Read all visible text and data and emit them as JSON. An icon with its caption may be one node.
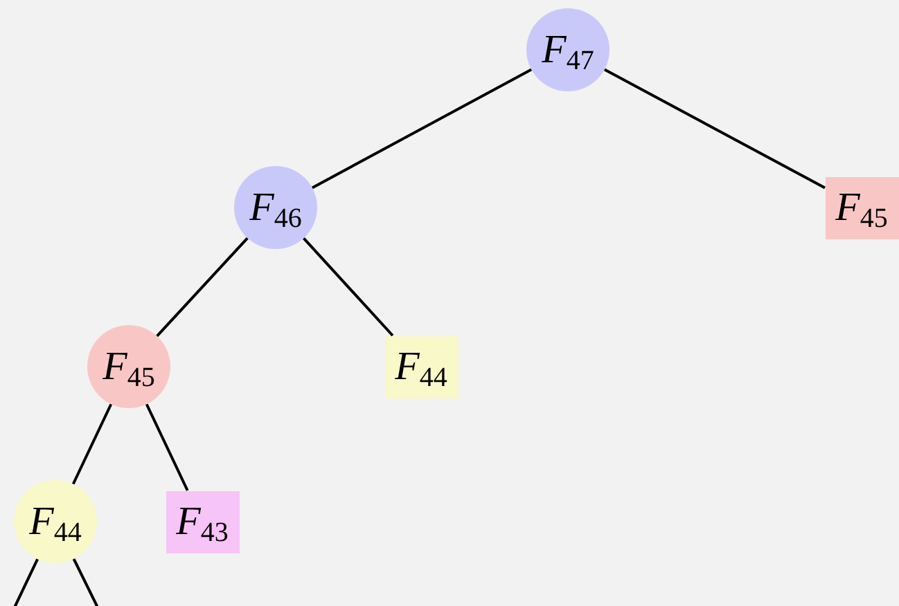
{
  "diagram": {
    "nodes": [
      {
        "text": [
          "*F*$_{47}$"
        ]
      },
      {
        "text": [
          "*F*$_{46}$"
        ]
      },
      {
        "text": [
          "*F*$_{45}$"
        ]
      },
      {
        "text": [
          "*F*$_{45}$"
        ]
      },
      {
        "text": [
          "*F*$_{44}$"
        ]
      },
      {
        "text": [
          "*F*$_{44}$"
        ]
      },
      {
        "text": [
          "*F*$_{43}$"
        ]
      }
    ],
    "edges": [
      {
        "from": 0,
        "to": 1,
        "arrow": "none"
      },
      {
        "from": 0,
        "to": 2,
        "arrow": "none"
      },
      {
        "from": 1,
        "to": 3,
        "arrow": "none"
      },
      {
        "from": 1,
        "to": 4,
        "arrow": "none"
      },
      {
        "from": 3,
        "to": 5,
        "arrow": "none"
      },
      {
        "from": 3,
        "to": 6,
        "arrow": "none"
      },
      {
        "from": 5,
        "to": null,
        "arrow": "none"
      },
      {
        "from": 5,
        "to": null,
        "arrow": "none"
      }
    ]
  }
}
